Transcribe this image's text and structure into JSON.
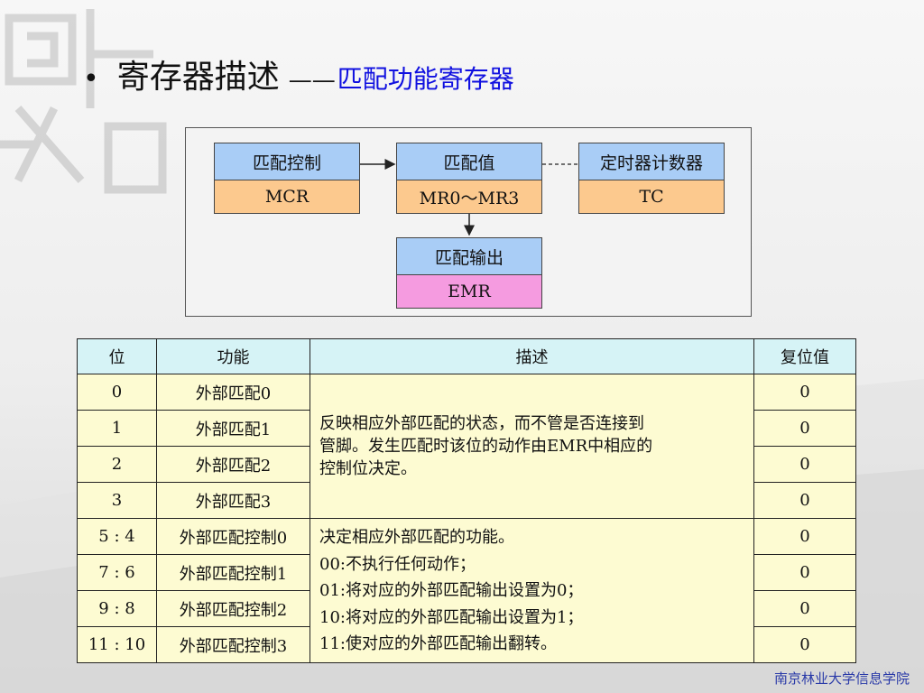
{
  "title": {
    "bullet": "•",
    "main": "寄存器描述",
    "dash": "——",
    "sub": "匹配功能寄存器"
  },
  "diagram": {
    "boxes": [
      {
        "top": "匹配控制",
        "bottom": "MCR"
      },
      {
        "top": "匹配值",
        "bottom": "MR0～MR3"
      },
      {
        "top": "定时器计数器",
        "bottom": "TC"
      },
      {
        "top": "匹配输出",
        "bottom": "EMR"
      }
    ]
  },
  "table": {
    "headers": [
      "位",
      "功能",
      "描述",
      "复位值"
    ],
    "rows": [
      {
        "bit": "0",
        "func": "外部匹配0",
        "reset": "0"
      },
      {
        "bit": "1",
        "func": "外部匹配1",
        "reset": "0"
      },
      {
        "bit": "2",
        "func": "外部匹配2",
        "reset": "0"
      },
      {
        "bit": "3",
        "func": "外部匹配3",
        "reset": "0"
      },
      {
        "bit": "5 : 4",
        "func": "外部匹配控制0",
        "reset": "0"
      },
      {
        "bit": "7 : 6",
        "func": "外部匹配控制1",
        "reset": "0"
      },
      {
        "bit": "9 : 8",
        "func": "外部匹配控制2",
        "reset": "0"
      },
      {
        "bit": "11 : 10",
        "func": "外部匹配控制3",
        "reset": "0"
      }
    ],
    "desc_match": [
      "反映相应外部匹配的状态，而不管是否连接到",
      "管脚。发生匹配时该位的动作由EMR中相应的",
      "控制位决定。"
    ],
    "desc_control": [
      "决定相应外部匹配的功能。",
      "00:不执行任何动作；",
      "01:将对应的外部匹配输出设置为0；",
      "10:将对应的外部匹配输出设置为1；",
      "11:使对应的外部匹配输出翻转。"
    ]
  },
  "footer": "南京林业大学信息学院"
}
